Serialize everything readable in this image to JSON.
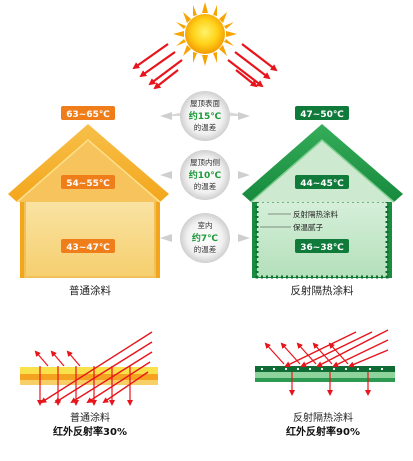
{
  "left_house": {
    "roof_temp": "63~65℃",
    "attic_temp": "54~55℃",
    "room_temp": "43~47℃",
    "caption": "普通涂料"
  },
  "right_house": {
    "roof_temp": "47~50℃",
    "attic_temp": "44~45℃",
    "room_temp": "36~38℃",
    "caption": "反射隔热涂料",
    "layer_label_1": "反射隔热涂料",
    "layer_label_2": "保温腻子"
  },
  "comparisons": [
    {
      "line1": "屋顶表面",
      "value": "约15℃",
      "line3": "的温差"
    },
    {
      "line1": "屋顶内侧",
      "value": "约10℃",
      "line3": "的温差"
    },
    {
      "line1": "室内",
      "value": "约7℃",
      "line3": "的温差"
    }
  ],
  "bottom_left": {
    "caption": "普通涂料",
    "reflectance": "红外反射率30%"
  },
  "bottom_right": {
    "caption": "反射隔热涂料",
    "reflectance": "红外反射率90%"
  },
  "colors": {
    "sun_inner": "#ffd21a",
    "sun_outer": "#f7a400",
    "arrow_red": "#e8141c",
    "left_roof": "#f4b324",
    "left_roof_dark": "#e58a0f",
    "left_wall_fill": "#f7d88a",
    "left_badge": "#ef7d1a",
    "right_roof": "#1f9a47",
    "right_roof_dark": "#0d6f33",
    "right_wall_fill": "#bfe5c5",
    "right_badge": "#0f7a3a",
    "highlight_green": "#1e9a3c"
  }
}
